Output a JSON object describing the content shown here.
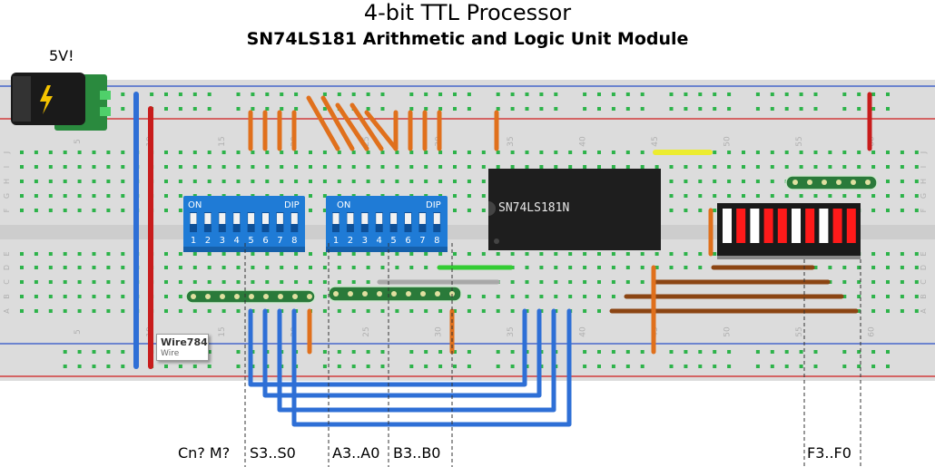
{
  "titles": {
    "main": "4-bit TTL Processor",
    "sub": "SN74LS181 Arithmetic and Logic Unit Module"
  },
  "power": {
    "label": "5V!",
    "icon": "lightning-bolt-icon"
  },
  "breadboard": {
    "column_numbers": [
      "5",
      "10",
      "15",
      "20",
      "25",
      "30",
      "35",
      "40",
      "45",
      "50",
      "55",
      "60"
    ],
    "row_letters_top": [
      "J",
      "I",
      "H",
      "G",
      "F"
    ],
    "row_letters_bottom": [
      "E",
      "D",
      "C",
      "B",
      "A"
    ]
  },
  "dip_switch": {
    "on_label": "ON",
    "dip_label": "DIP",
    "numbers": [
      "1",
      "2",
      "3",
      "4",
      "5",
      "6",
      "7",
      "8"
    ]
  },
  "chip": {
    "label": "SN74LS181N"
  },
  "tooltip": {
    "name": "Wire784",
    "type": "Wire"
  },
  "bottom_labels": {
    "cn_m": "Cn? M?",
    "s": "S3..S0",
    "a": "A3..A0",
    "b": "B3..B0",
    "f": "F3..F0"
  },
  "colors": {
    "board": "#d9d9d9",
    "hole_green": "#2db34a",
    "rail_blue": "#2a4fc7",
    "rail_red": "#d01c1c",
    "wire_orange": "#e0701c",
    "wire_blue": "#2e6fd6",
    "wire_red": "#c81c1c",
    "wire_brown": "#8b4513",
    "wire_green": "#33cc33",
    "wire_yellow": "#ecec30",
    "dip_blue": "#1f7bd6",
    "chip_black": "#1e1e1e"
  }
}
